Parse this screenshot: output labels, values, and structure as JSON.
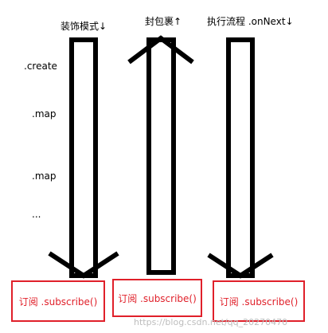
{
  "columns": [
    {
      "title": "装饰模式↓",
      "direction": "down"
    },
    {
      "title": "封包裹↑",
      "direction": "up"
    },
    {
      "title": "执行流程 .onNext↓",
      "direction": "down"
    }
  ],
  "operators": [
    ".create",
    ".map",
    ".map",
    "..."
  ],
  "subscribe_boxes": [
    "订阅 .subscribe()",
    "订阅 .subscribe()",
    "订阅 .subscribe()"
  ],
  "watermark": "https://blog.csdn.net/qq_20270470",
  "colors": {
    "box_border": "#e0202a",
    "arrow": "#000000"
  }
}
